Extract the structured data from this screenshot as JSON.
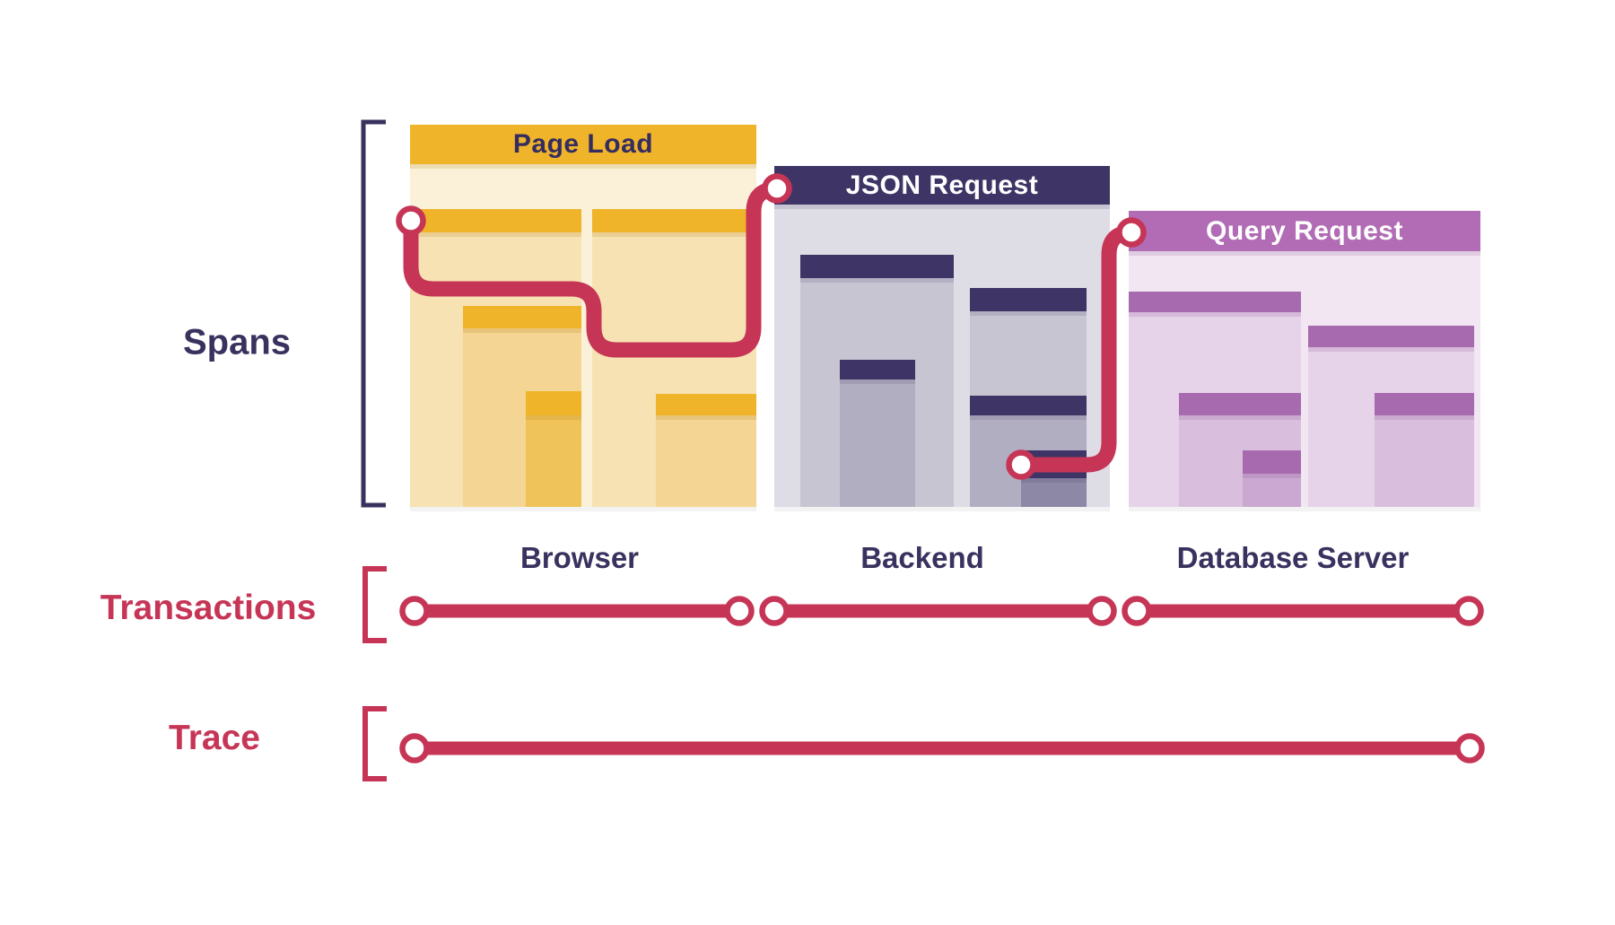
{
  "labels": {
    "spans": "Spans",
    "transactions": "Transactions",
    "trace": "Trace"
  },
  "blocks": [
    {
      "title": "Page Load",
      "caption": "Browser"
    },
    {
      "title": "JSON Request",
      "caption": "Backend"
    },
    {
      "title": "Query Request",
      "caption": "Database Server"
    }
  ],
  "colors": {
    "red": "#C63556",
    "navy": "#39325F",
    "amber": "#EFB429",
    "amber_l0": "#FBF1D9",
    "amber_l1": "#F7E2B4",
    "amber_l2": "#F5D593",
    "amber_l3": "#F0C25A",
    "indigo": "#3E3566",
    "gray_l0": "#DEDCE5",
    "gray_l1": "#C8C5D3",
    "gray_l2": "#B2AEC2",
    "gray_l3": "#8D88A5",
    "purple": "#B16CB5",
    "purple_bar": "#A86AAF",
    "purple_l0": "#F1E6F2",
    "purple_l1": "#E6D2E9",
    "purple_l2": "#D9BFDD",
    "purple_l3": "#CBA8D2",
    "title_on_amber": "#352C60",
    "title_on_dark": "#FFFFFF"
  }
}
